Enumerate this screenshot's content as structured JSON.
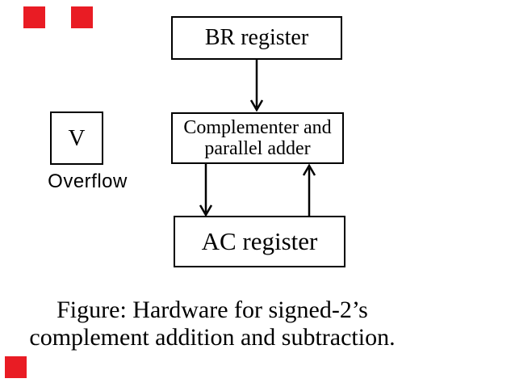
{
  "figure": {
    "blocks": {
      "br": "BR register",
      "complementer_line1": "Complementer and",
      "complementer_line2": "parallel adder",
      "overflow_flag": "V",
      "overflow_label": "Overflow",
      "ac": "AC register"
    },
    "caption": {
      "line1": "Figure: Hardware for signed-2’s",
      "line2": "complement addition and subtraction."
    },
    "arrows": [
      {
        "name": "br-to-complementer",
        "direction": "down"
      },
      {
        "name": "complementer-to-ac",
        "direction": "down"
      },
      {
        "name": "ac-to-complementer",
        "direction": "up"
      }
    ],
    "colors": {
      "line": "#000000",
      "background": "#ffffff",
      "accent_red": "#e91c24"
    }
  }
}
